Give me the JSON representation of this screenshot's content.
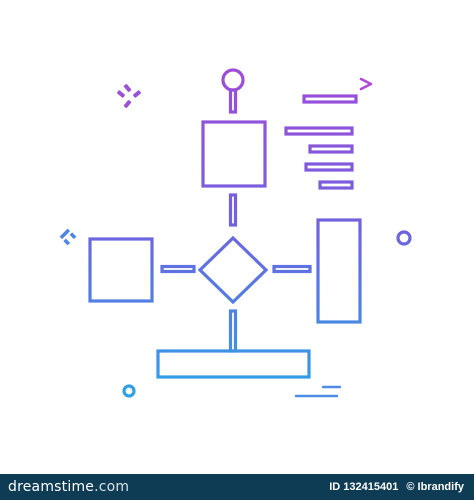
{
  "illustration": {
    "icon_name": "flowchart-icon",
    "gradient": {
      "top": "#a24ad9",
      "middle": "#6f63e0",
      "bottom": "#2aa5e6"
    }
  },
  "footer": {
    "brand_main": "dreamstime",
    "brand_tail": ".com",
    "image_id": "ID 132415401",
    "author": "© Ibrandify",
    "background": "#0f3c55"
  }
}
